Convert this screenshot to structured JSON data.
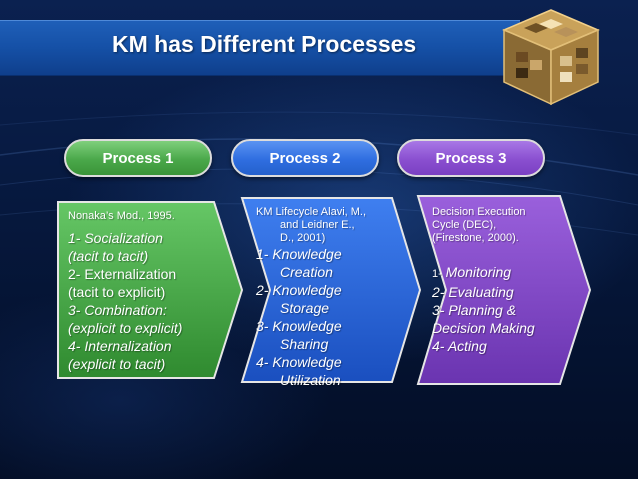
{
  "slide": {
    "title": "KM has Different Processes"
  },
  "icons": {
    "logo": "photo-cube-icon"
  },
  "colors": {
    "process_1": "#4aa84a",
    "process_2": "#2f6ee0",
    "process_3": "#8a4fd0",
    "title_bar": "#1550a6"
  },
  "processes": [
    {
      "label": "Process 1",
      "lines": {
        "source": "Nonaka’s Mod., 1995.",
        "s1a": "1- Socialization",
        "s1b": "(tacit to tacit)",
        "s2a": "2- Externalization",
        "s2b": "(tacit to explicit)",
        "s3a": "3- Combination:",
        "s3b": "(explicit to explicit)",
        "s4a": "4- Internalization",
        "s4b": "(explicit to tacit)"
      }
    },
    {
      "label": "Process 2",
      "lines": {
        "source_a": "KM Lifecycle Alavi, M.,",
        "source_b": "and Leidner E.,",
        "source_c": "D., 2001)",
        "s1a": "1- Knowledge",
        "s1b": "Creation",
        "s2a": "2- Knowledge",
        "s2b": "Storage",
        "s3a": "3- Knowledge",
        "s3b": "Sharing",
        "s4a": "4- Knowledge",
        "s4b": "Utilization"
      }
    },
    {
      "label": "Process 3",
      "lines": {
        "source_a": "Decision Execution",
        "source_b": "Cycle (DEC),",
        "source_c": "(Firestone, 2000).",
        "s1_num": "1-",
        "s1_text": " Monitoring",
        "s2": "2- Evaluating",
        "s3a": "3- Planning &",
        "s3b": "Decision Making",
        "s4": "4- Acting"
      }
    }
  ]
}
